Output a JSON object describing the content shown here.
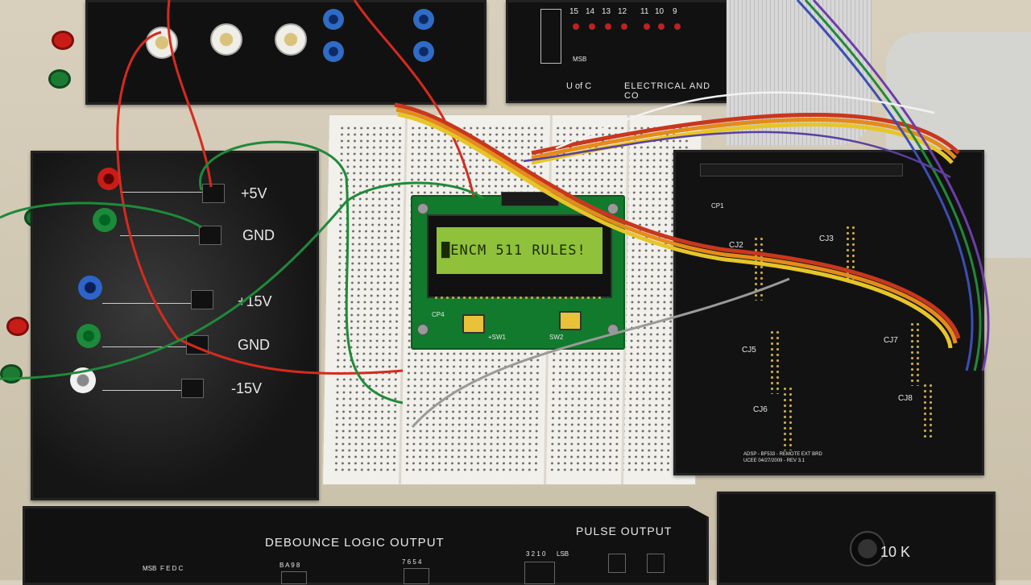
{
  "power_panel": {
    "labels": [
      "+5V",
      "GND",
      "+15V",
      "GND",
      "-15V"
    ]
  },
  "lcd": {
    "text": "█ENCM 511 RULES!",
    "left_label": "CP4",
    "sw1_label": "+SW1",
    "sw2_label": "SW2"
  },
  "bnc_panel": {
    "port_numbers": [
      "15",
      "14",
      "13",
      "12",
      "11",
      "10",
      "9"
    ],
    "msb_label": "MSB",
    "org_label": "U of C",
    "dept_label": "ELECTRICAL AND CO"
  },
  "adsp_board": {
    "labels": [
      "CP1",
      "CJ2",
      "CJ3",
      "CJ5",
      "CJ7",
      "CJ6",
      "CJ8"
    ],
    "footer_line1": "ADSP - BF533 - REMOTE EXT BRD",
    "footer_line2": "UCEE   04/27/2009 - REV 3.1"
  },
  "bottom_panel": {
    "debounce_label": "DEBOUNCE LOGIC OUTPUT",
    "pulse_label": "PULSE OUTPUT",
    "msb": "MSB",
    "group1": "F E D C",
    "group2": "B A 9 8",
    "group3": "7 6 5 4",
    "group4": "3 2 1 0",
    "lsb": "LSB"
  },
  "pot_panel": {
    "label": "10 K"
  },
  "colors": {
    "wire_red": "#d62a1e",
    "wire_green": "#1f8a3a",
    "wire_gray": "#9a9a9a",
    "lcd_green": "#8fc23a",
    "pcb_green": "#117a2c"
  }
}
